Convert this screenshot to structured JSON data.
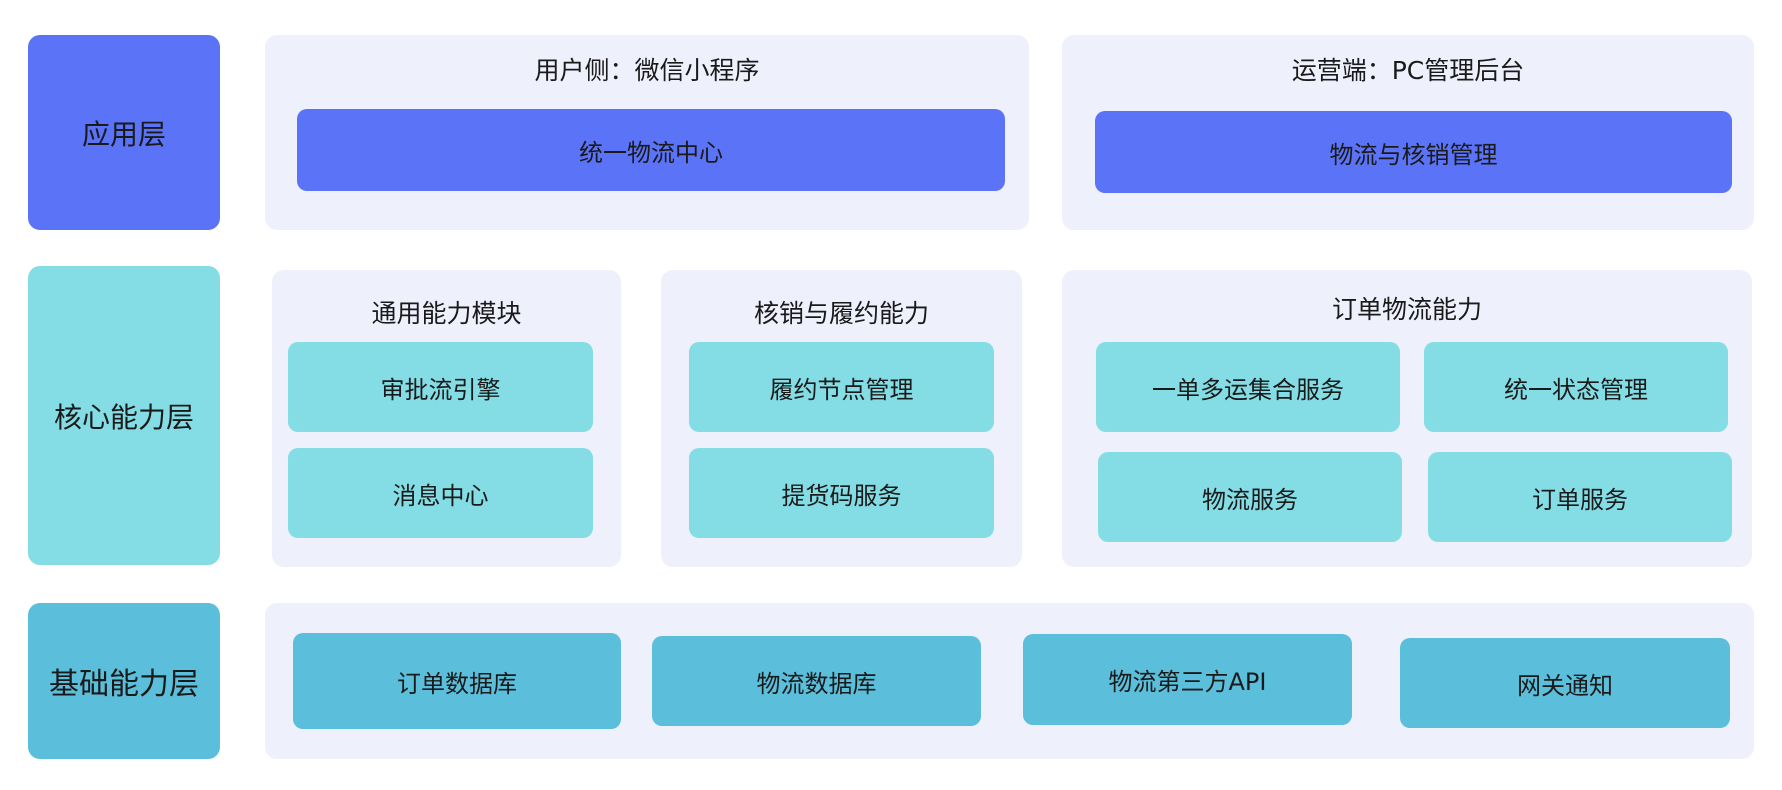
{
  "layers": {
    "app": "应用层",
    "core": "核心能力层",
    "base": "基础能力层"
  },
  "app_layer": {
    "user_side": {
      "title": "用户侧：微信小程序",
      "box": "统一物流中心"
    },
    "ops_side": {
      "title": "运营端：PC管理后台",
      "box": "物流与核销管理"
    }
  },
  "core_layer": {
    "general": {
      "title": "通用能力模块",
      "items": [
        "审批流引擎",
        "消息中心"
      ]
    },
    "verify": {
      "title": "核销与履约能力",
      "items": [
        "履约节点管理",
        "提货码服务"
      ]
    },
    "order_logistics": {
      "title": "订单物流能力",
      "items": [
        "一单多运集合服务",
        "统一状态管理",
        "物流服务",
        "订单服务"
      ]
    }
  },
  "base_layer": {
    "items": [
      "订单数据库",
      "物流数据库",
      "物流第三方API",
      "网关通知"
    ]
  },
  "colors": {
    "app_layer": "#5b73f7",
    "core_layer": "#84dde4",
    "base_layer": "#5bbedb",
    "panel_bg": "#eef0fc"
  }
}
